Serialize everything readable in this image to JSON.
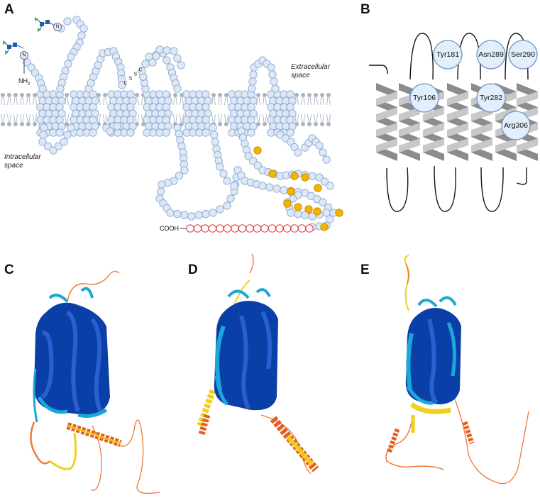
{
  "panels": {
    "a": {
      "letter": "A",
      "extracellular_label": [
        "Extracellular",
        "space"
      ],
      "intracellular_label": [
        "Intracellular",
        "space"
      ],
      "n_term_label": "NH",
      "n_term_sub": "2",
      "c_term_label": "COOH",
      "glycosylation": [
        "N",
        "N"
      ],
      "disulfide": [
        "C",
        "S",
        "S",
        "C"
      ],
      "colors": {
        "bead_fill": "#dce8f7",
        "bead_stroke": "#8ea9cc",
        "highlight": "#f4b400",
        "c_tail": "#e02020",
        "membrane": "#a9b3c0"
      }
    },
    "b": {
      "letter": "B",
      "residues": [
        "Tyr181",
        "Asn289",
        "Ser290",
        "Tyr106",
        "Tyr282",
        "Arg306"
      ],
      "colors": {
        "helix": "#8c8c8c",
        "circle_fill": "#e2eefb",
        "circle_stroke": "#6f95c4"
      }
    },
    "c": {
      "letter": "C"
    },
    "d": {
      "letter": "D"
    },
    "e": {
      "letter": "E"
    },
    "ribbon_colors": {
      "very_high": "#0b3fa8",
      "high": "#1aa8d8",
      "low": "#f2cf1a",
      "very_low": "#f07a3a"
    }
  }
}
